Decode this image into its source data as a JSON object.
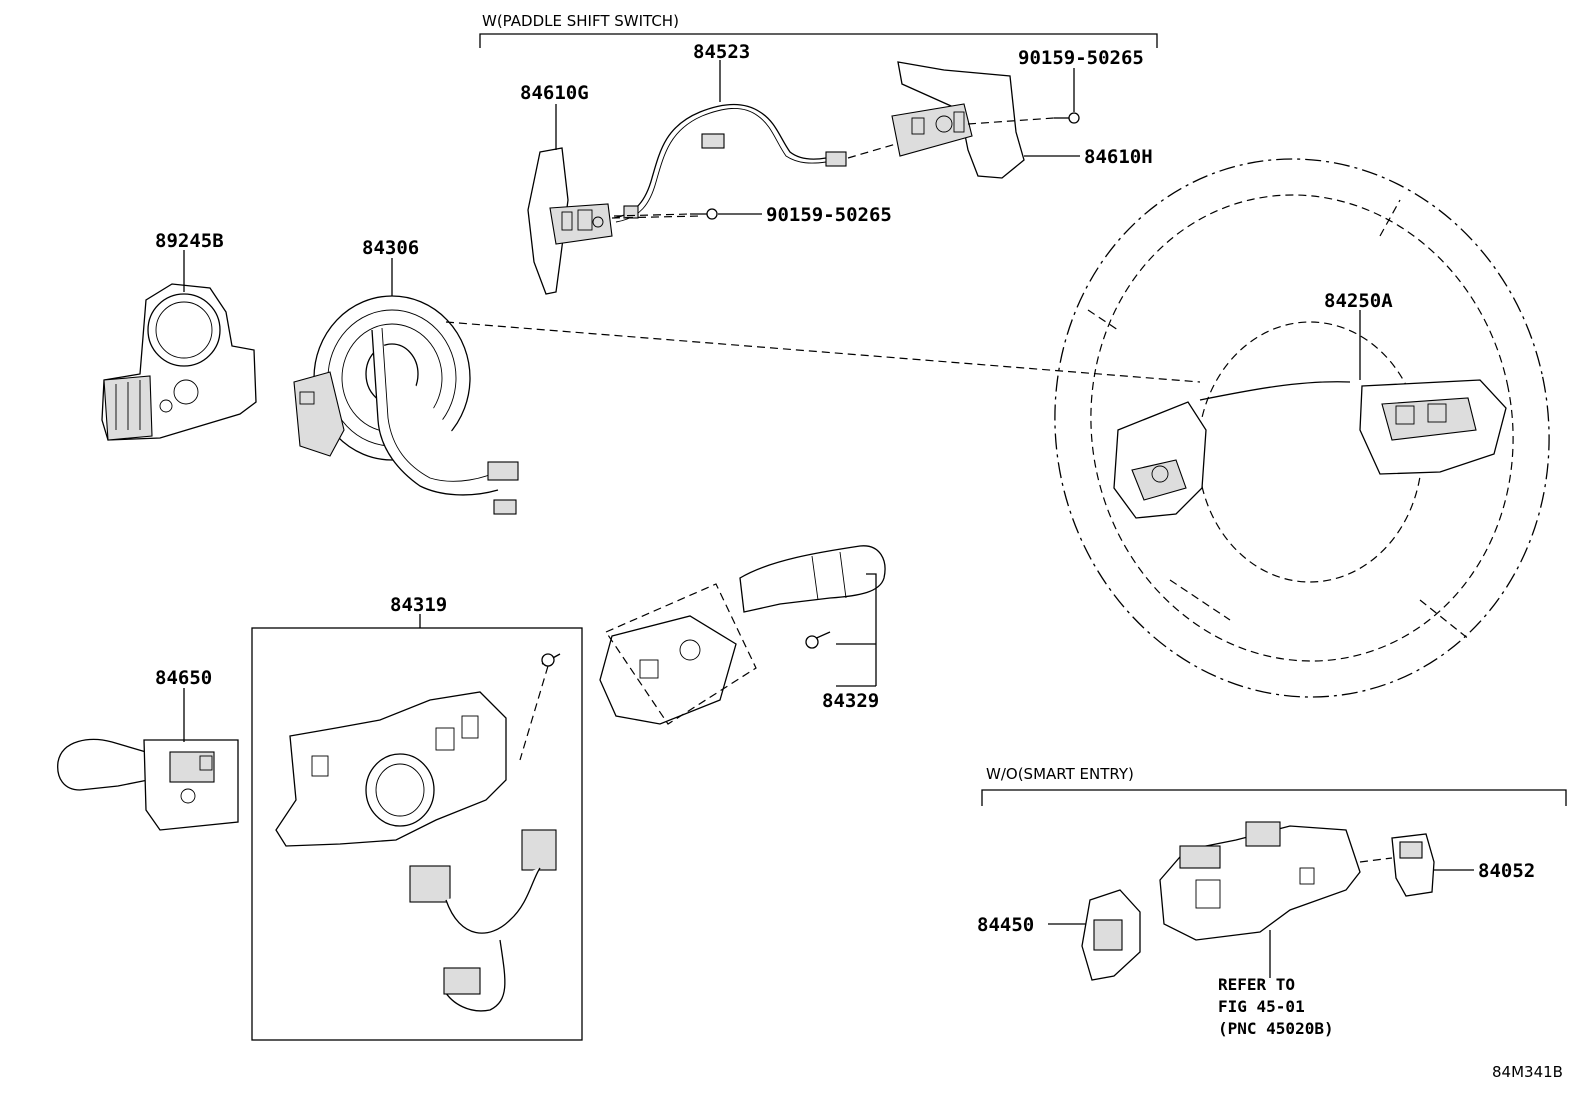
{
  "groups": {
    "paddle": "W(PADDLE SHIFT SWITCH)",
    "smart_entry": "W/O(SMART ENTRY)"
  },
  "parts": {
    "p84523": "84523",
    "p84610G": "84610G",
    "p90159_top": "90159-50265",
    "p84610H": "84610H",
    "p90159_mid": "90159-50265",
    "p89245B": "89245B",
    "p84306": "84306",
    "p84250A": "84250A",
    "p84319": "84319",
    "p84650": "84650",
    "p84329": "84329",
    "p84052": "84052",
    "p84450": "84450"
  },
  "note": {
    "line1": "REFER TO",
    "line2": "FIG 45-01",
    "line3": "(PNC 45020B)"
  },
  "diagram_code": "84M341B"
}
